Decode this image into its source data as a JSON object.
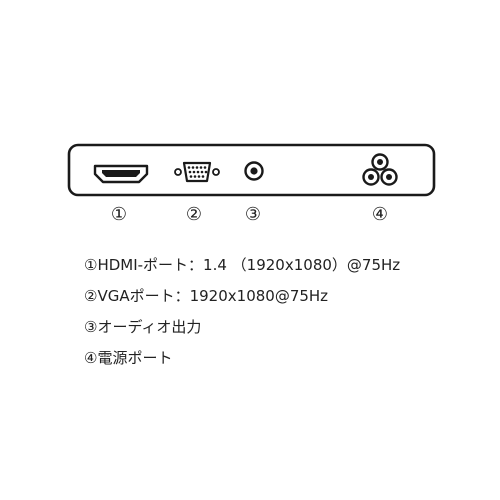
{
  "ports": [
    {
      "number": "①",
      "icon": "hdmi-port-icon"
    },
    {
      "number": "②",
      "icon": "vga-port-icon"
    },
    {
      "number": "③",
      "icon": "audio-out-port-icon"
    },
    {
      "number": "④",
      "icon": "power-port-icon"
    }
  ],
  "legend": [
    "①HDMI-ポート：1.4 （1920x1080）@75Hz",
    "②VGAポート：1920x1080@75Hz",
    "③オーディオ出力",
    "④電源ポート"
  ],
  "colors": {
    "line": "#1a1a1a",
    "text": "#222222",
    "background": "#ffffff"
  }
}
